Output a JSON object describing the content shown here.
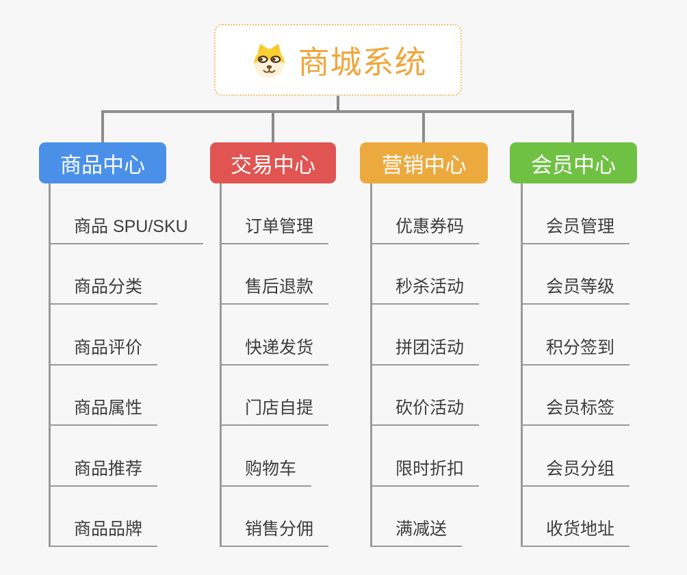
{
  "root": {
    "title": "商城系统",
    "icon": "doge-icon"
  },
  "branches": [
    {
      "label": "商品中心",
      "color": "#4a90e8",
      "items": [
        "商品 SPU/SKU",
        "商品分类",
        "商品评价",
        "商品属性",
        "商品推荐",
        "商品品牌"
      ]
    },
    {
      "label": "交易中心",
      "color": "#e05552",
      "items": [
        "订单管理",
        "售后退款",
        "快递发货",
        "门店自提",
        "购物车",
        "销售分佣"
      ]
    },
    {
      "label": "营销中心",
      "color": "#ecaa3e",
      "items": [
        "优惠券码",
        "秒杀活动",
        "拼团活动",
        "砍价活动",
        "限时折扣",
        "满减送"
      ]
    },
    {
      "label": "会员中心",
      "color": "#6fc144",
      "items": [
        "会员管理",
        "会员等级",
        "积分签到",
        "会员标签",
        "会员分组",
        "收货地址"
      ]
    }
  ],
  "colors": {
    "background": "#f7f7f7",
    "connector": "#8c8c8c",
    "leaf_line": "#999999",
    "leaf_text": "#3d3d3d",
    "root_text": "#f0a63c",
    "root_border": "#f3bd66"
  }
}
